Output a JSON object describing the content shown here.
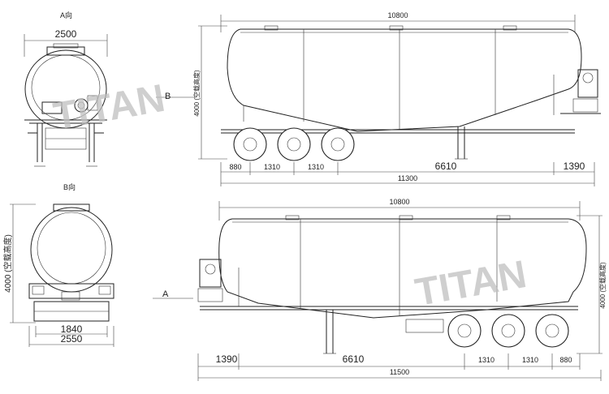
{
  "watermark": "TITAN",
  "front_view": {
    "view_label": "A向",
    "width_label": "2500"
  },
  "rear_view": {
    "view_label": "B向",
    "height_label": "4000 (空载高度)",
    "width_inner_label": "1840",
    "width_outer_label": "2550"
  },
  "side_view_top": {
    "overall_label": "10800",
    "height_label": "4000 (空载高度)",
    "view_arrow_label": "B",
    "dims": [
      "880",
      "1310",
      "1310",
      "6610",
      "1390"
    ],
    "total_label": "11300"
  },
  "side_view_bottom": {
    "overall_label": "10800",
    "height_label": "4000 (空载高度)",
    "view_arrow_label": "A",
    "dims": [
      "1390",
      "6610",
      "1310",
      "1310",
      "880"
    ],
    "total_label": "11500"
  }
}
